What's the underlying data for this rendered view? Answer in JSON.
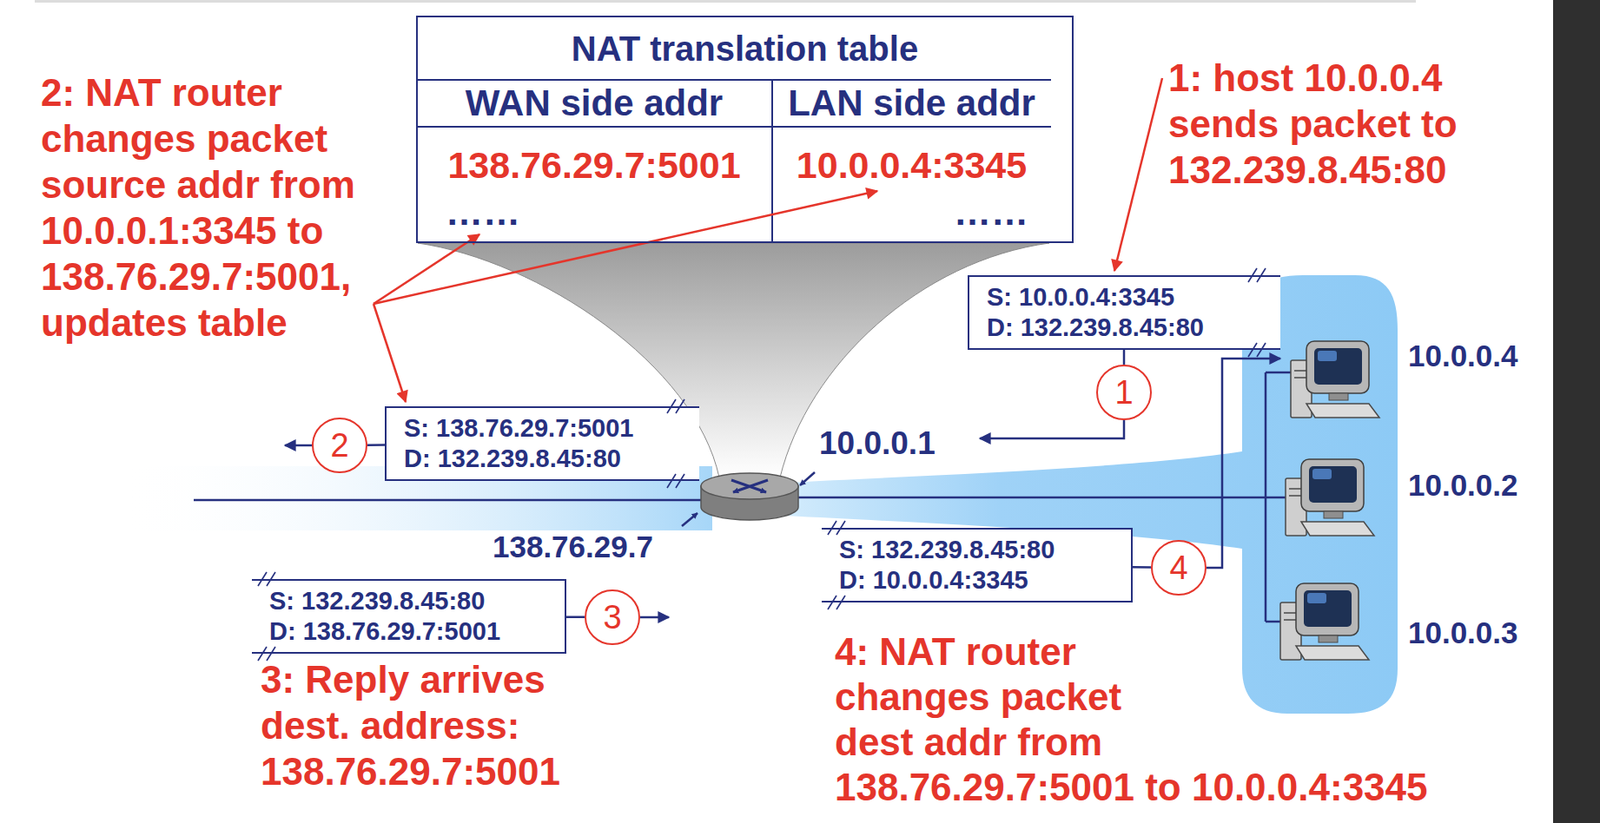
{
  "diagram": {
    "nodes": [
      {
        "text": [
          "NAT translation table"
        ]
      },
      {
        "text": [
          "S: 10.0.0.4:3345",
          "D: 132.239.8.45:80"
        ]
      },
      {
        "text": [
          "1"
        ]
      },
      {
        "text": [
          "S: 138.76.29.7:5001",
          "D: 132.239.8.45:80"
        ]
      },
      {
        "text": [
          "2"
        ]
      },
      {
        "text": [
          "S: 132.239.8.45:80",
          "D: 138.76.29.7:5001"
        ]
      },
      {
        "text": [
          "3"
        ]
      },
      {
        "text": [
          "S: 132.239.8.45:80",
          "D: 10.0.0.4:3345"
        ]
      },
      {
        "text": [
          "4"
        ]
      }
    ],
    "edges": [
      {
        "from": 1,
        "to": 2,
        "arrow": "none"
      },
      {
        "from": 3,
        "to": 4,
        "arrow": "none"
      },
      {
        "from": 5,
        "to": 6,
        "arrow": "none"
      },
      {
        "from": 7,
        "to": 8,
        "arrow": "none"
      }
    ],
    "labels": [
      "WAN side addr",
      "LAN side addr",
      "138.76.29.7:5001",
      "10.0.0.4:3345",
      "……",
      "……",
      "2: NAT router changes packet source addr from 10.0.0.1:3345 to 138.76.29.7:5001, updates table",
      "1: host 10.0.0.4 sends packet to 132.239.8.45:80",
      "3: Reply arrives dest. address: 138.76.29.7:5001",
      "4: NAT router changes packet dest addr from 138.76.29.7:5001 to 10.0.0.4:3345",
      "10.0.0.1",
      "138.76.29.7",
      "10.0.0.4",
      "10.0.0.2",
      "10.0.0.3"
    ]
  }
}
